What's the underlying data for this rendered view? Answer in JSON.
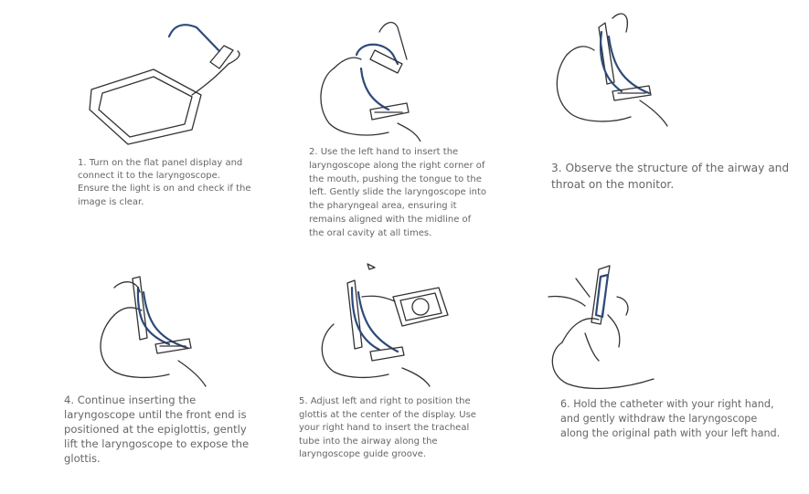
{
  "steps": [
    {
      "lines": [
        "1. Turn on the flat panel display and",
        "connect it to the laryngoscope.",
        "Ensure the light is on and check if the",
        "image is clear."
      ]
    },
    {
      "lines": [
        "2. Use the left hand to insert the",
        "laryngoscope along the right corner of",
        "the mouth, pushing the tongue to the",
        "left. Gently slide the laryngoscope into",
        "the pharyngeal area, ensuring it",
        "remains aligned with the midline of",
        "the oral cavity at all times."
      ]
    },
    {
      "lines": [
        "3. Observe the structure of the airway and",
        "throat on the monitor."
      ]
    },
    {
      "lines": [
        "4. Continue inserting the",
        "laryngoscope until the front end is",
        "positioned at the epiglottis, gently",
        "lift the laryngoscope to expose the",
        "glottis."
      ]
    },
    {
      "lines": [
        "5. Adjust left and right to position the",
        "glottis at the center of the display. Use",
        "your right hand to insert the tracheal",
        "tube into the airway along the",
        "laryngoscope guide groove."
      ]
    },
    {
      "lines": [
        "6. Hold the catheter with your right hand,",
        "and gently withdraw the laryngoscope",
        "along the original path with your left hand."
      ]
    }
  ]
}
